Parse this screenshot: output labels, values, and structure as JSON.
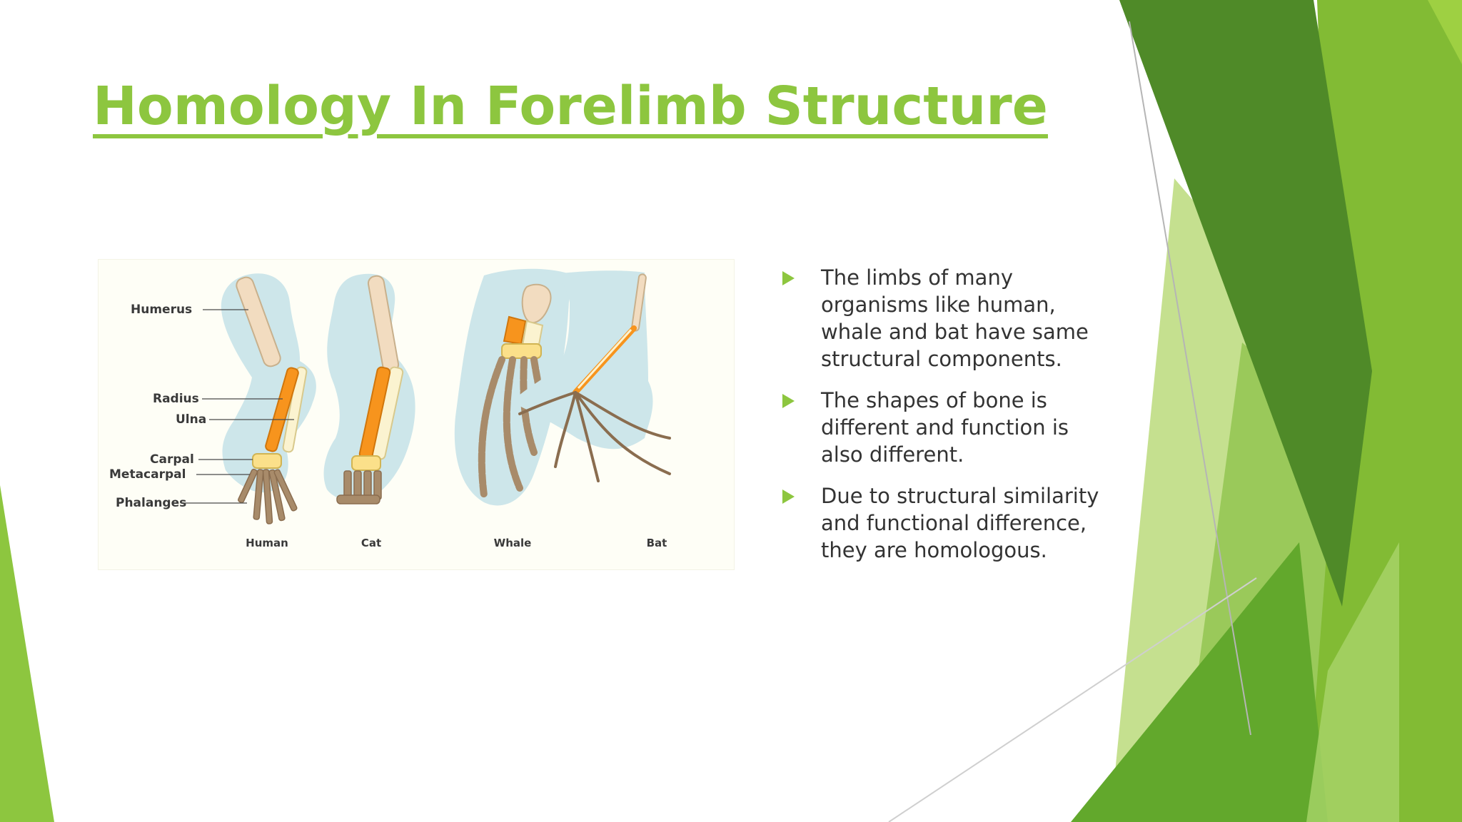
{
  "slide": {
    "title": "Homology In Forelimb Structure",
    "accent_color": "#8dc63f",
    "text_color": "#333333"
  },
  "figure": {
    "bone_labels": {
      "humerus": "Humerus",
      "radius": "Radius",
      "ulna": "Ulna",
      "carpal": "Carpal",
      "metacarpal": "Metacarpal",
      "phalanges": "Phalanges"
    },
    "animals": [
      "Human",
      "Cat",
      "Whale",
      "Bat"
    ],
    "colors": {
      "outline": "#cde6ea",
      "humerus": "#f2dcc0",
      "radius": "#f7941d",
      "ulna": "#fbf3d0",
      "carpal": "#fbe08a",
      "digits": "#a88b6a"
    }
  },
  "bullets": [
    {
      "text": "The limbs of many organisms like human, whale and bat have same structural components.",
      "icon": "triangle-bullet-icon"
    },
    {
      "text": "The shapes of bone is different and function is also different.",
      "icon": "triangle-bullet-icon"
    },
    {
      "text": "Due to structural similarity and functional difference, they are homologous.",
      "icon": "triangle-bullet-icon"
    }
  ]
}
